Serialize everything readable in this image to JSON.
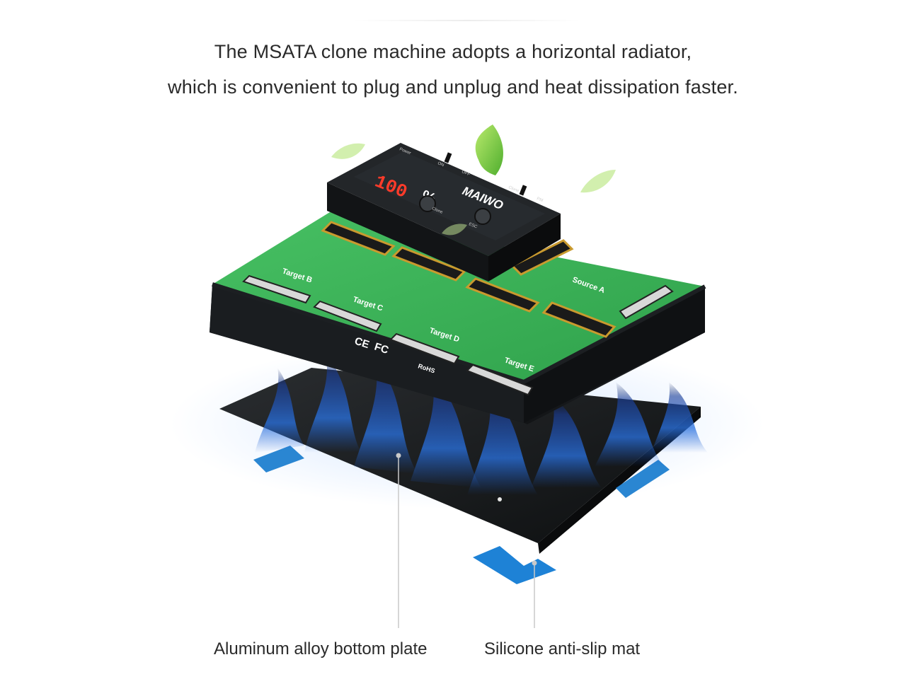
{
  "headline": {
    "line1": "The MSATA clone machine adopts a horizontal radiator,",
    "line2": "which is convenient to plug and unplug and heat dissipation faster."
  },
  "device": {
    "brand": "MAIWO",
    "display": "100",
    "display_unit": "%",
    "labels": {
      "power": "Power",
      "on": "ON",
      "off": "OFF",
      "clone": "Clone",
      "pm": "PM",
      "clone_btn": "Clone",
      "esc": "ESC"
    },
    "slots": {
      "source_a": "Source A",
      "target_b": "Target B",
      "target_c": "Target C",
      "target_d": "Target D",
      "target_e": "Target E"
    },
    "marks": {
      "ce": "CE",
      "fc": "FC",
      "rohs": "RoHS"
    }
  },
  "callouts": {
    "bottom_plate": "Aluminum alloy bottom plate",
    "anti_slip": "Silicone anti-slip mat"
  },
  "colors": {
    "pcb_green": "#3fb55b",
    "case_black": "#1c1f22",
    "mat_blue": "#1f7fd0",
    "flame_blue": "#2a6fd6",
    "display_red": "#ff3b2a"
  }
}
